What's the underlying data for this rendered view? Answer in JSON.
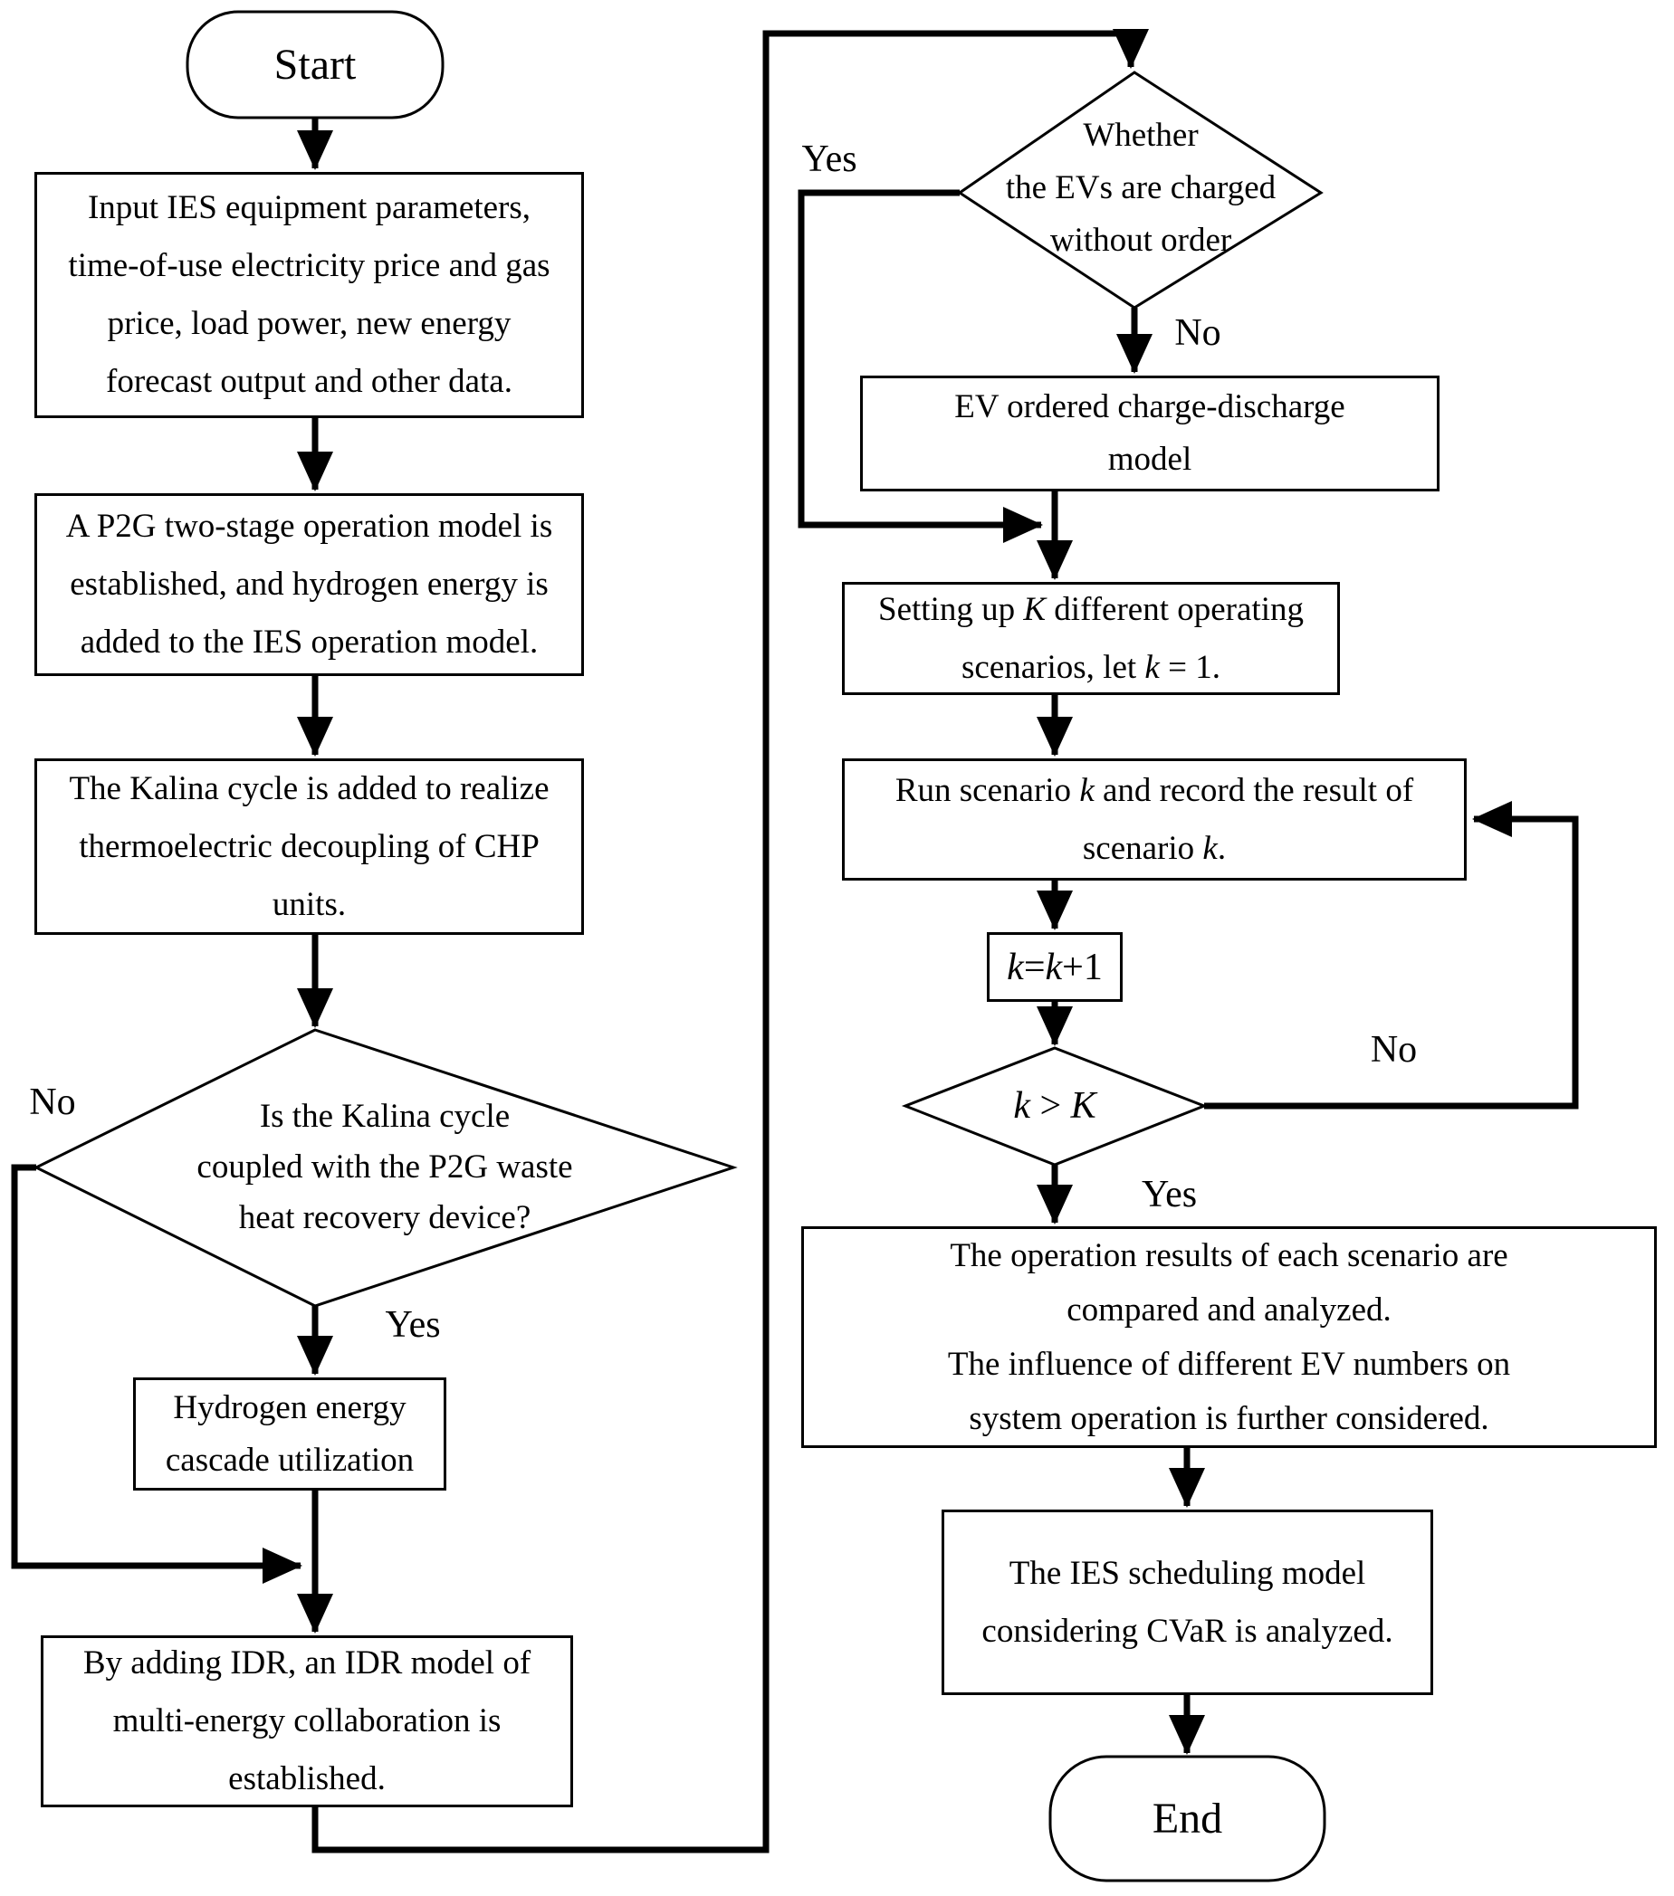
{
  "colors": {
    "stroke": "#000000",
    "background": "#ffffff"
  },
  "flowchart": {
    "start": {
      "label": "Start"
    },
    "end": {
      "label": "End"
    },
    "labels": {
      "d1_no": "No",
      "d1_yes": "Yes",
      "d2_yes": "Yes",
      "d2_no": "No",
      "d3_no": "No",
      "d3_yes": "Yes"
    },
    "nodes": {
      "input": {
        "lines": [
          [
            "Input IES equipment parameters,"
          ],
          [
            "time-of-use electricity price and gas"
          ],
          [
            "price, load power, new energy"
          ],
          [
            "forecast output and other data."
          ]
        ]
      },
      "p2g": {
        "lines": [
          [
            "A P2G two-stage operation model is"
          ],
          [
            "established, and hydrogen energy is"
          ],
          [
            "added to the IES operation model."
          ]
        ]
      },
      "kalina": {
        "lines": [
          [
            "The Kalina cycle is added to realize"
          ],
          [
            "thermoelectric decoupling of  CHP"
          ],
          [
            "units."
          ]
        ]
      },
      "kalina_decision": {
        "lines": [
          [
            "Is the Kalina cycle"
          ],
          [
            "coupled with the P2G waste"
          ],
          [
            "heat recovery device?"
          ]
        ]
      },
      "hydrogen": {
        "lines": [
          [
            "Hydrogen energy"
          ],
          [
            "cascade utilization"
          ]
        ]
      },
      "idr": {
        "lines": [
          [
            "By adding IDR, an IDR model of"
          ],
          [
            "multi-energy collaboration is"
          ],
          [
            "established."
          ]
        ]
      },
      "ev_decision": {
        "lines": [
          [
            "Whether"
          ],
          [
            "the EVs are charged"
          ],
          [
            "without order"
          ]
        ]
      },
      "ev_model": {
        "lines": [
          [
            "EV ordered charge-discharge"
          ],
          [
            "model"
          ]
        ]
      },
      "setup_k": {
        "lines": [
          [
            "Setting up ",
            {
              "t": "K",
              "i": true
            },
            " different operating"
          ],
          [
            "scenarios, let ",
            {
              "t": "k",
              "i": true
            },
            " = 1."
          ]
        ]
      },
      "run_k": {
        "lines": [
          [
            "Run scenario ",
            {
              "t": "k",
              "i": true
            },
            " and record the result of"
          ],
          [
            "scenario ",
            {
              "t": "k",
              "i": true
            },
            "."
          ]
        ]
      },
      "increment": {
        "lines": [
          [
            {
              "t": "k",
              "i": true
            },
            "=",
            {
              "t": "k",
              "i": true
            },
            "+1"
          ]
        ]
      },
      "k_decision": {
        "lines": [
          [
            {
              "t": "k",
              "i": true
            },
            " > ",
            {
              "t": "K",
              "i": true
            }
          ]
        ]
      },
      "results": {
        "lines": [
          [
            "The operation results of each scenario are"
          ],
          [
            "compared and analyzed."
          ],
          [
            "The influence of different EV numbers on"
          ],
          [
            "system operation is further considered."
          ]
        ]
      },
      "cvar": {
        "lines": [
          [
            "The IES scheduling model"
          ],
          [
            "considering CVaR is analyzed."
          ]
        ]
      }
    }
  }
}
